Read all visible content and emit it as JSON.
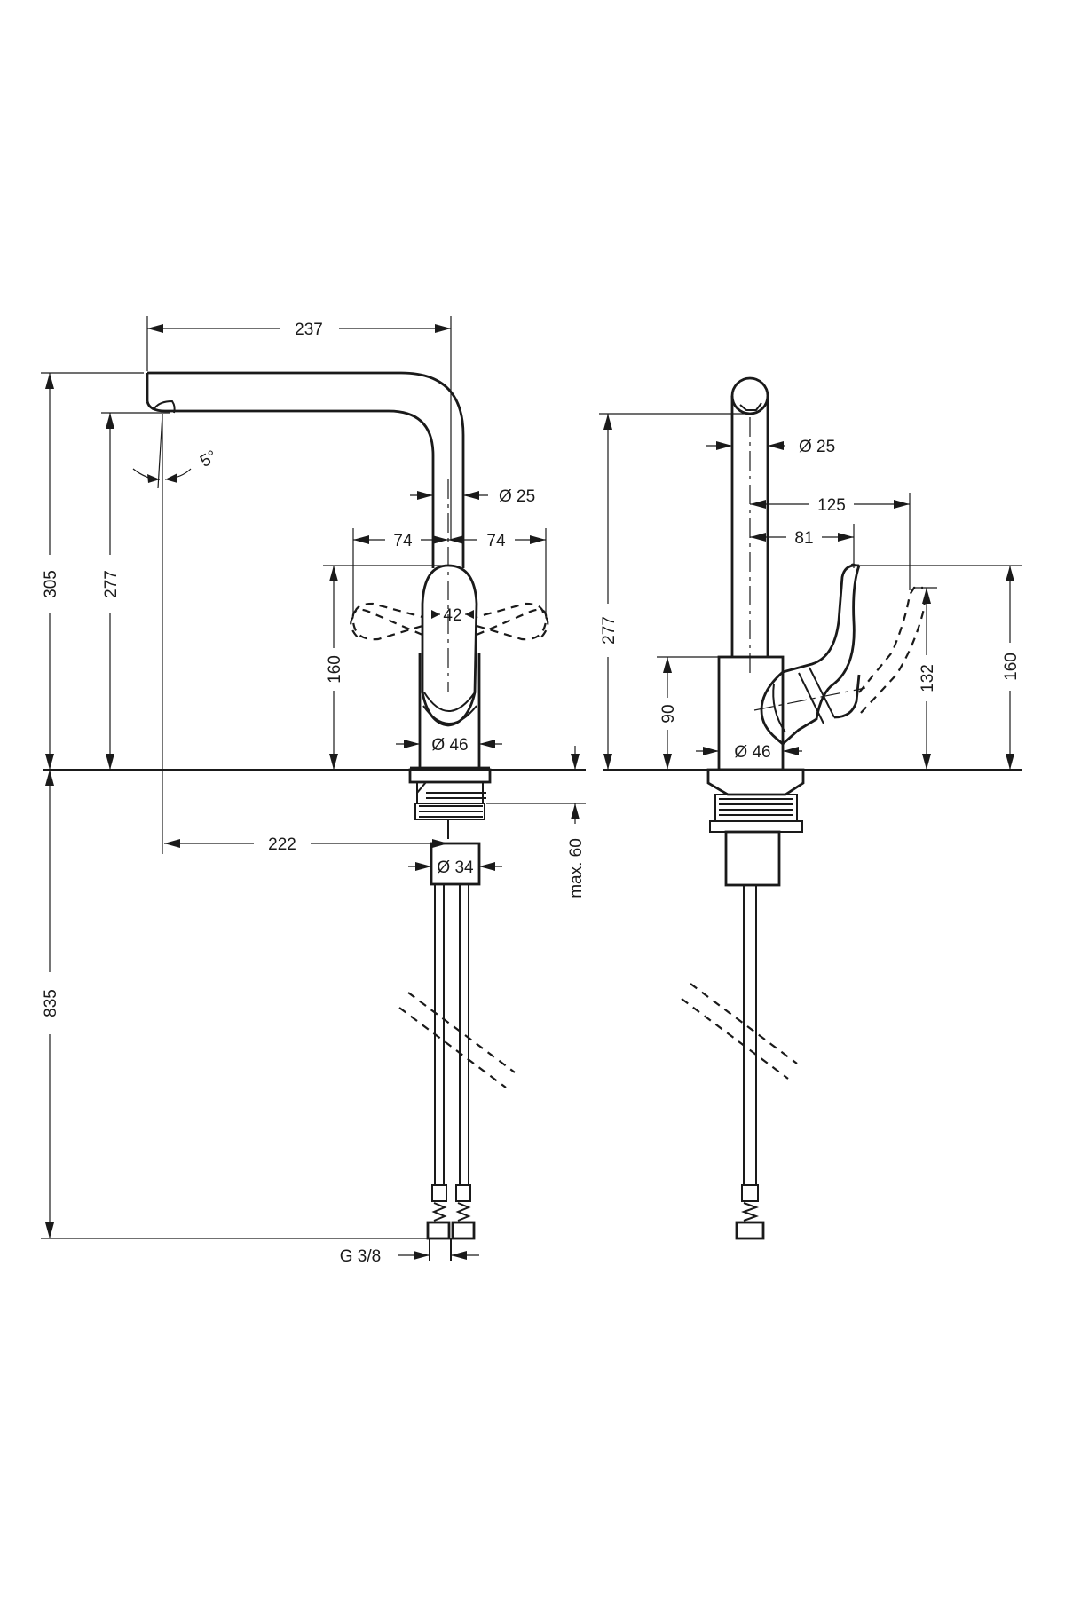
{
  "dimensions": {
    "front_spout_reach": "237",
    "front_total_height": "305",
    "front_outlet_height": "277",
    "front_angle": "5°",
    "front_pipe_dia": "Ø  25",
    "front_lever_left": "74",
    "front_lever_right": "74",
    "front_lever_width": "42",
    "front_lever_height": "160",
    "front_body_dia": "Ø 46",
    "front_shank_dia": "Ø 34",
    "front_outlet_offset": "222",
    "front_max_thickness": "max. 60",
    "front_hose_length": "835",
    "front_hose_thread": "G 3/8",
    "side_pipe_dia": "Ø  25",
    "side_lever_reach_full": "125",
    "side_lever_reach": "81",
    "side_outlet_height": "277",
    "side_body_height": "90",
    "side_body_dia": "Ø  46",
    "side_lever_rest": "132",
    "side_lever_top": "160"
  }
}
